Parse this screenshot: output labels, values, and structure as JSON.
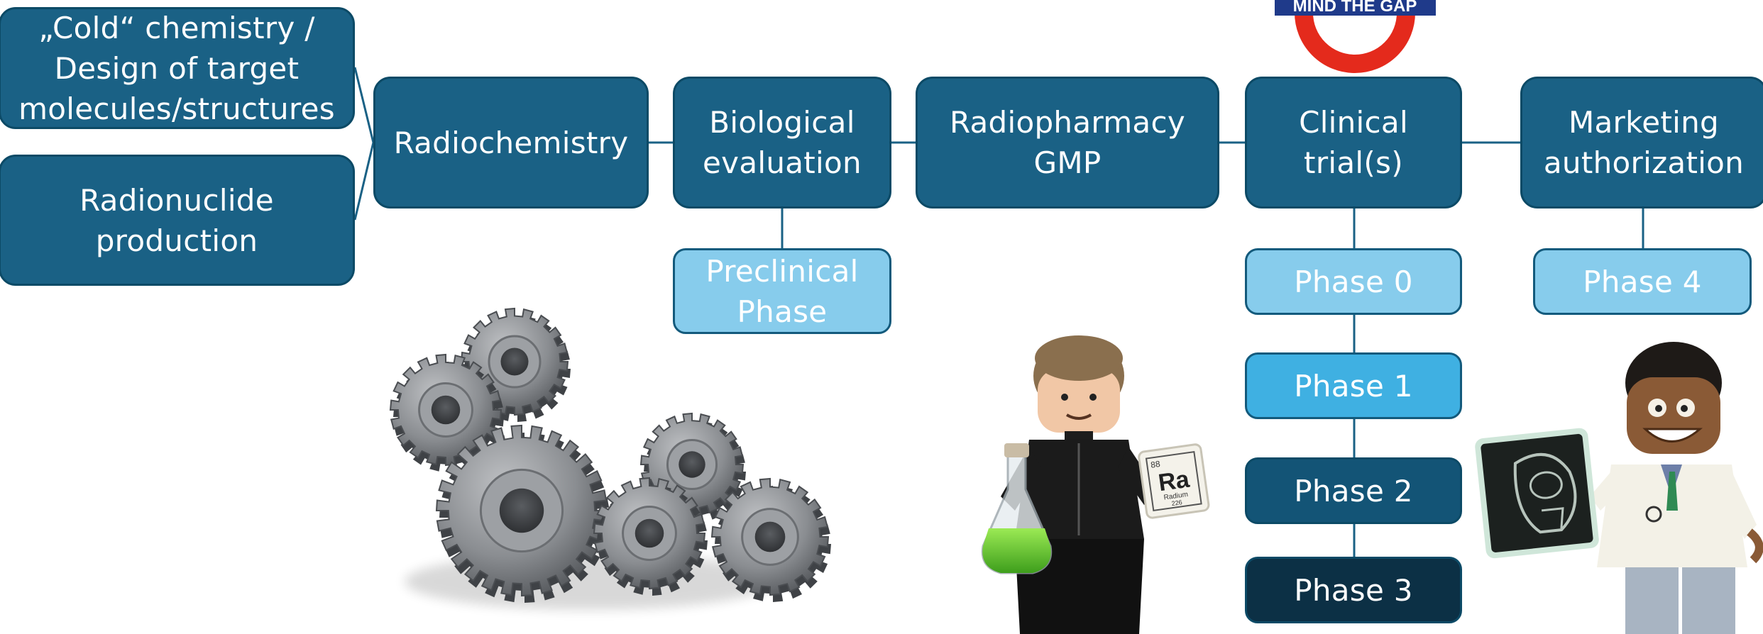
{
  "boxes": {
    "cold_chemistry": "„Cold“ chemistry /\nDesign of target\nmolecules/structures",
    "radionuclide": "Radionuclide\nproduction",
    "radiochemistry": "Radiochemistry",
    "biological": "Biological\nevaluation",
    "radiopharmacy": "Radiopharmacy\nGMP",
    "clinical": "Clinical\ntrial(s)",
    "marketing": "Marketing\nauthorization",
    "preclinical": "Preclinical\nPhase",
    "phase0": "Phase 0",
    "phase1": "Phase 1",
    "phase2": "Phase 2",
    "phase3": "Phase 3",
    "phase4": "Phase 4"
  },
  "roundel": {
    "text": "MIND THE GAP",
    "ring_color": "#e42a1c",
    "bar_color": "#1f3a8a"
  },
  "radium_tile": {
    "symbol": "Ra",
    "number": "88",
    "name": "Radium",
    "mass": "226"
  },
  "colors": {
    "primary": "#1a6185",
    "border": "#0c4a66",
    "light": "#87ccec",
    "phase1": "#3fb0e2",
    "phase2": "#135476",
    "phase3": "#0c3045",
    "connector": "#1a6185"
  }
}
